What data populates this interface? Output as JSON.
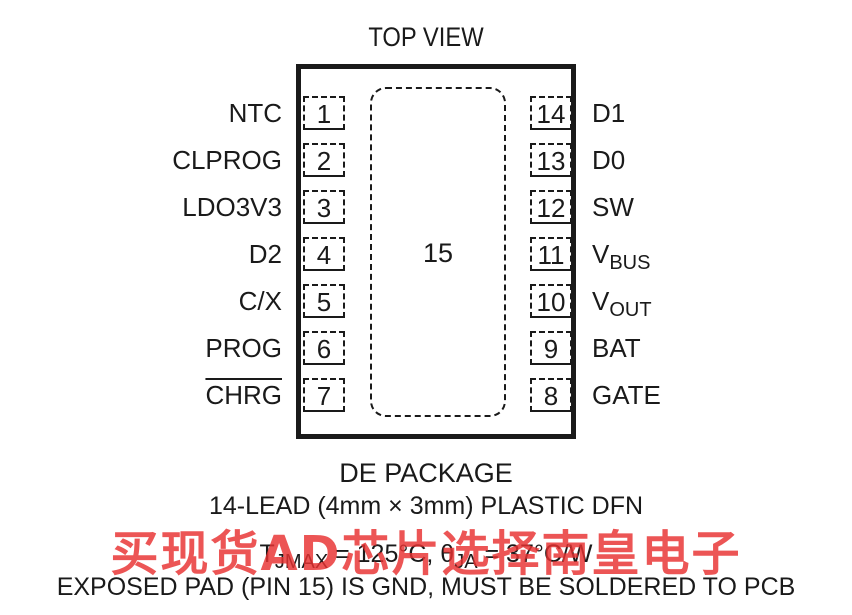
{
  "title": "TOP VIEW",
  "exposed_pad_number": "15",
  "left_pins": [
    {
      "number": "1",
      "label": "NTC"
    },
    {
      "number": "2",
      "label": "CLPROG"
    },
    {
      "number": "3",
      "label": "LDO3V3"
    },
    {
      "number": "4",
      "label": "D2"
    },
    {
      "number": "5",
      "label": "C/X"
    },
    {
      "number": "6",
      "label": "PROG"
    },
    {
      "number": "7",
      "label": "CHRG"
    }
  ],
  "right_pins": [
    {
      "number": "14",
      "label": "D1"
    },
    {
      "number": "13",
      "label": "D0"
    },
    {
      "number": "12",
      "label": "SW"
    },
    {
      "number": "11",
      "label_main": "V",
      "label_sub": "BUS"
    },
    {
      "number": "10",
      "label_main": "V",
      "label_sub": "OUT"
    },
    {
      "number": "9",
      "label": "BAT"
    },
    {
      "number": "8",
      "label": "GATE"
    }
  ],
  "package_name": "DE PACKAGE",
  "package_description": "14-LEAD (4mm × 3mm) PLASTIC DFN",
  "thermal": {
    "t_symbol": "T",
    "t_sub": "JMAX",
    "t_value": " = 125°C, θ",
    "theta_sub": "JA",
    "theta_value": " = 37°C/W"
  },
  "exposed_pad_note": "EXPOSED PAD (PIN 15) IS GND, MUST BE SOLDERED TO PCB",
  "watermark": "买现货AD芯片选择南皇电子",
  "colors": {
    "ink": "#1a1a1a",
    "watermark": "#e83030"
  }
}
